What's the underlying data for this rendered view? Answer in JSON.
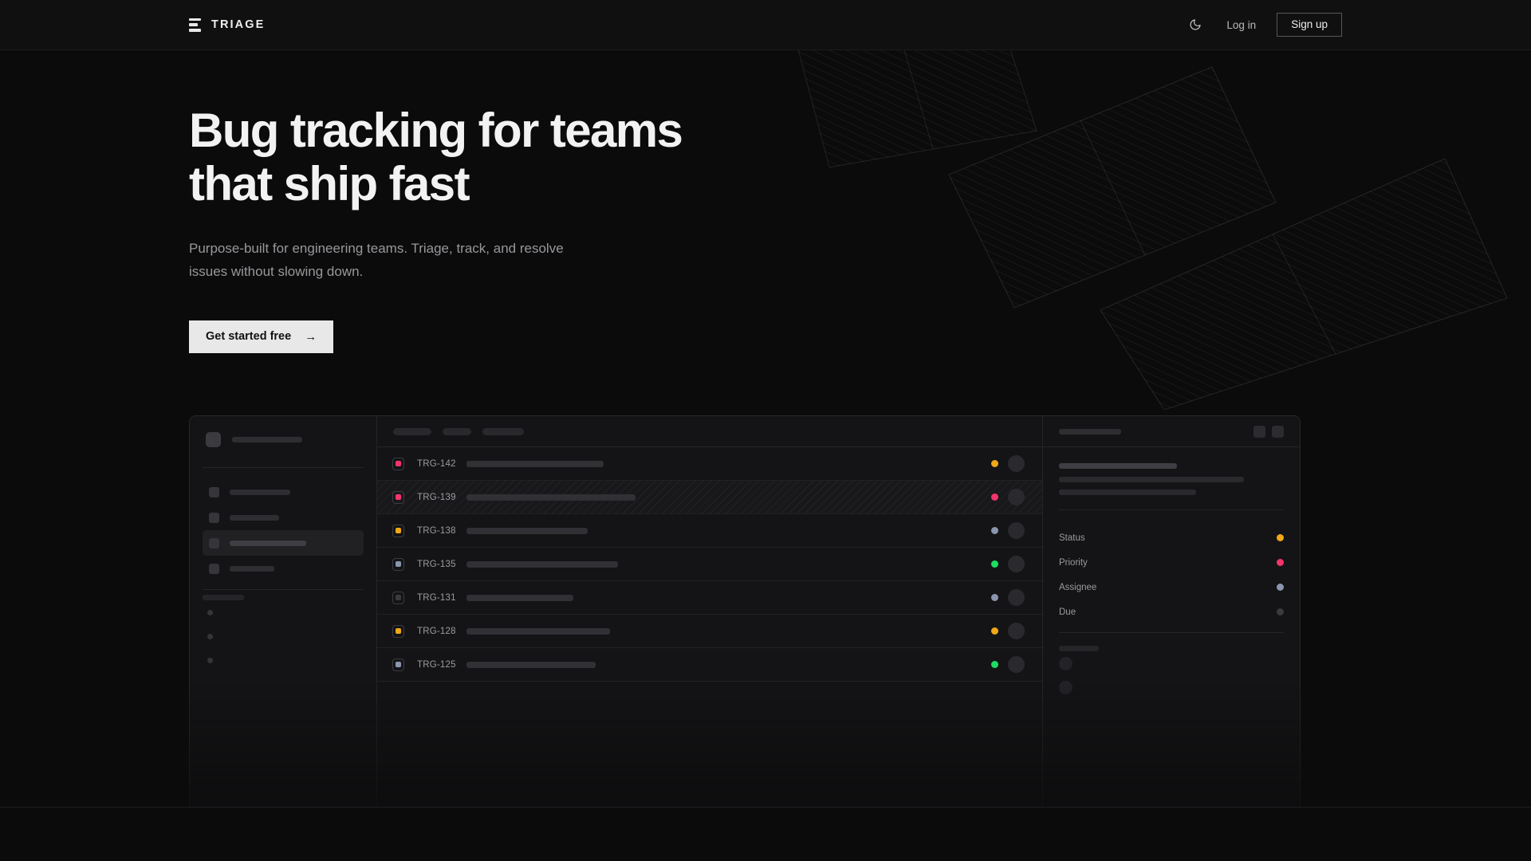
{
  "header": {
    "brand": "TRIAGE",
    "brand_icon": "stacked-bars-logo",
    "theme_toggle_icon": "moon-icon",
    "login_label": "Log in",
    "signup_label": "Sign up"
  },
  "hero": {
    "title_line1": "Bug tracking for teams",
    "title_line2": "that ship fast",
    "subtitle_line1": "Purpose-built for engineering teams. Triage, track, and",
    "subtitle_line2": "resolve issues without slowing down.",
    "cta_label": "Get started free",
    "cta_arrow": "→"
  },
  "colors": {
    "page_bg": "#0b0b0c",
    "header_bg": "#101011",
    "panel_bg": "#141416",
    "border": "#28282b",
    "cta_bg": "#e8e8e8",
    "amber": "#f0a818",
    "pink": "#f4356b",
    "green": "#1fdc62",
    "slate": "#8a96ac",
    "muted": "#3a3a3f"
  },
  "mockup": {
    "sidebar": {
      "workspace_avatar": "workspace-avatar",
      "workspace_name_width": 88,
      "nav_items": [
        {
          "width": 76,
          "active": false
        },
        {
          "width": 62,
          "active": false
        },
        {
          "width": 96,
          "active": true
        },
        {
          "width": 56,
          "active": false
        }
      ],
      "section_label_width": 52,
      "sub_items": 3
    },
    "toolbar_pills": [
      48,
      36,
      52
    ],
    "rows": [
      {
        "key": "TRG-142",
        "priority": "pink",
        "title_width": 172,
        "status": "amber",
        "selected": false
      },
      {
        "key": "TRG-139",
        "priority": "pink",
        "title_width": 212,
        "status": "pink",
        "selected": true
      },
      {
        "key": "TRG-138",
        "priority": "amber",
        "title_width": 152,
        "status": "slate",
        "selected": false
      },
      {
        "key": "TRG-135",
        "priority": "slate",
        "title_width": 190,
        "status": "green",
        "selected": false
      },
      {
        "key": "TRG-131",
        "priority": "muted",
        "title_width": 134,
        "status": "slate",
        "selected": false
      },
      {
        "key": "TRG-128",
        "priority": "amber",
        "title_width": 180,
        "status": "amber",
        "selected": false
      },
      {
        "key": "TRG-125",
        "priority": "slate",
        "title_width": 162,
        "status": "green",
        "selected": false
      }
    ],
    "detail": {
      "header_placeholder_width": 78,
      "action_buttons": 2,
      "title_placeholder_width": 148,
      "description_lines": [
        232,
        172
      ],
      "properties": [
        {
          "label": "Status",
          "color": "amber"
        },
        {
          "label": "Priority",
          "color": "pink"
        },
        {
          "label": "Assignee",
          "color": "slate"
        },
        {
          "label": "Due",
          "color": "muted"
        }
      ],
      "activity_label_width": 50,
      "activity_avatars": 2
    }
  }
}
